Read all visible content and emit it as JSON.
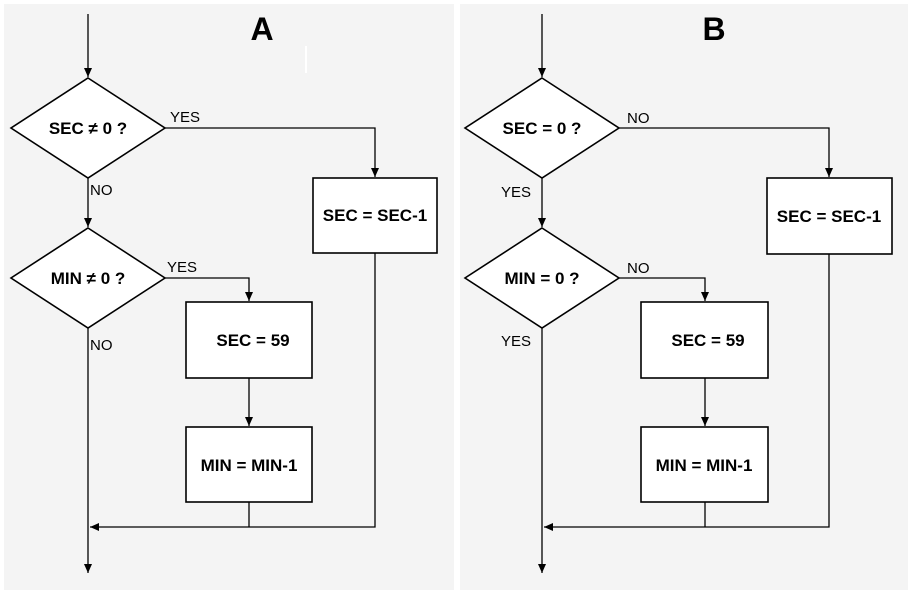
{
  "panels": {
    "a": {
      "title": "A",
      "decision1": "SEC ≠ 0 ?",
      "decision2": "MIN ≠ 0 ?",
      "box_sec_dec": "SEC = SEC-1",
      "box_sec_59": "SEC = 59",
      "box_min_dec": "MIN = MIN-1",
      "d1_right": "YES",
      "d1_down": "NO",
      "d2_right": "YES",
      "d2_down": "NO"
    },
    "b": {
      "title": "B",
      "decision1": "SEC = 0 ?",
      "decision2": "MIN = 0 ?",
      "box_sec_dec": "SEC = SEC-1",
      "box_sec_59": "SEC = 59",
      "box_min_dec": "MIN = MIN-1",
      "d1_right": "NO",
      "d1_down": "YES",
      "d2_right": "NO",
      "d2_down": "YES"
    }
  }
}
